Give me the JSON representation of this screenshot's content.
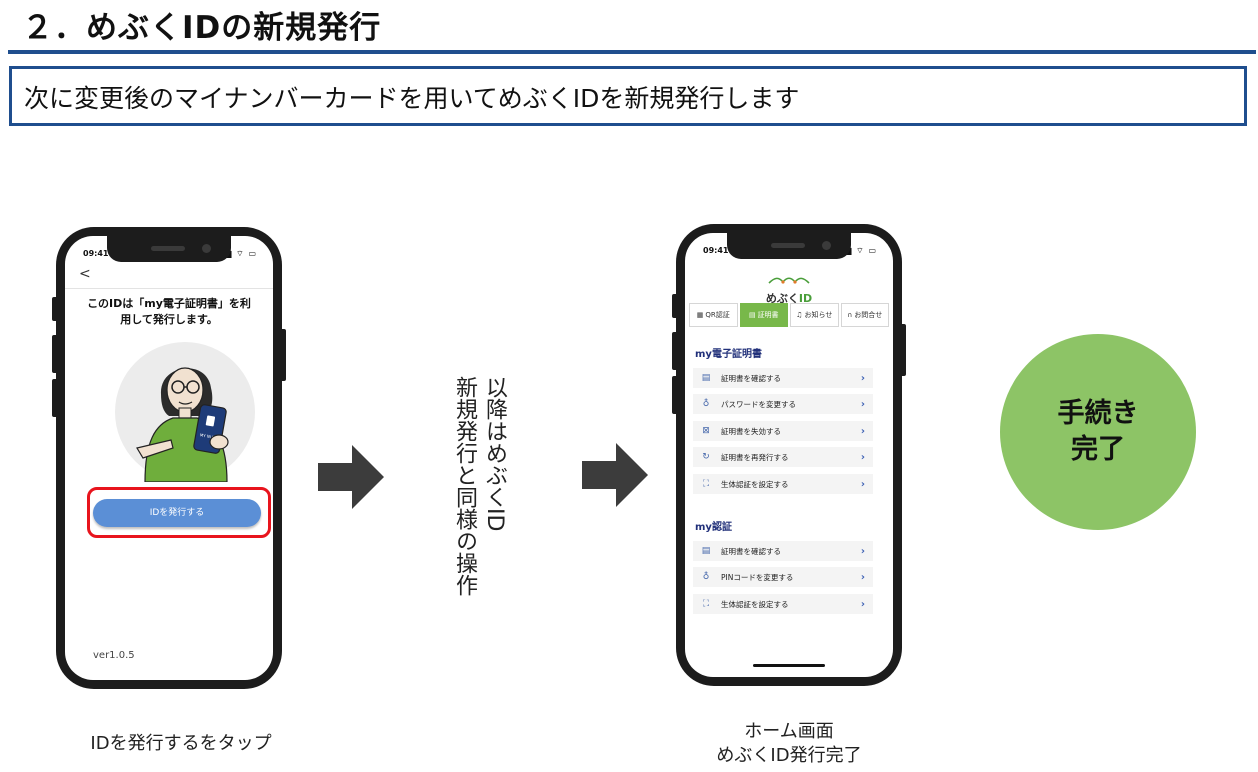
{
  "header": {
    "title": "２．めぶくIDの新規発行",
    "subtitle": "次に変更後のマイナンバーカードを用いてめぶくIDを新規発行します"
  },
  "phone1": {
    "time": "09:41",
    "message_line1": "このIDは「my電子証明書」を利",
    "message_line2": "用して発行します。",
    "card_text": "MY NUMBER",
    "button_label": "IDを発行する",
    "version": "ver1.0.5",
    "caption": "IDを発行するをタップ"
  },
  "middle": {
    "vertical_line1": "以降はめぶくID",
    "vertical_line2": "新規発行と同様の操作"
  },
  "phone2": {
    "time": "09:41",
    "logo_prefix": "めぶく",
    "logo_suffix": "ID",
    "tabs": [
      {
        "icon": "qr-icon",
        "label": "QR認証"
      },
      {
        "icon": "certificate-icon",
        "label": "証明書"
      },
      {
        "icon": "bell-icon",
        "label": "お知らせ"
      },
      {
        "icon": "headset-icon",
        "label": "お問合せ"
      }
    ],
    "section1_title": "my電子証明書",
    "section1_items": [
      {
        "icon": "document-icon",
        "label": "証明書を確認する"
      },
      {
        "icon": "key-icon",
        "label": "パスワードを変更する"
      },
      {
        "icon": "disable-icon",
        "label": "証明書を失効する"
      },
      {
        "icon": "refresh-icon",
        "label": "証明書を再発行する"
      },
      {
        "icon": "face-scan-icon",
        "label": "生体認証を設定する"
      }
    ],
    "section2_title": "my認証",
    "section2_items": [
      {
        "icon": "document-icon",
        "label": "証明書を確認する"
      },
      {
        "icon": "key-icon",
        "label": "PINコードを変更する"
      },
      {
        "icon": "face-scan-icon",
        "label": "生体認証を設定する"
      }
    ],
    "caption_line1": "ホーム画面",
    "caption_line2": "めぶくID発行完了"
  },
  "complete": {
    "line1": "手続き",
    "line2": "完了"
  },
  "colors": {
    "rule_blue": "#1f4e8e",
    "button_blue": "#5b8fd6",
    "highlight_red": "#e8141d",
    "tab_green": "#78b84a",
    "circle_green": "#8dc466"
  }
}
